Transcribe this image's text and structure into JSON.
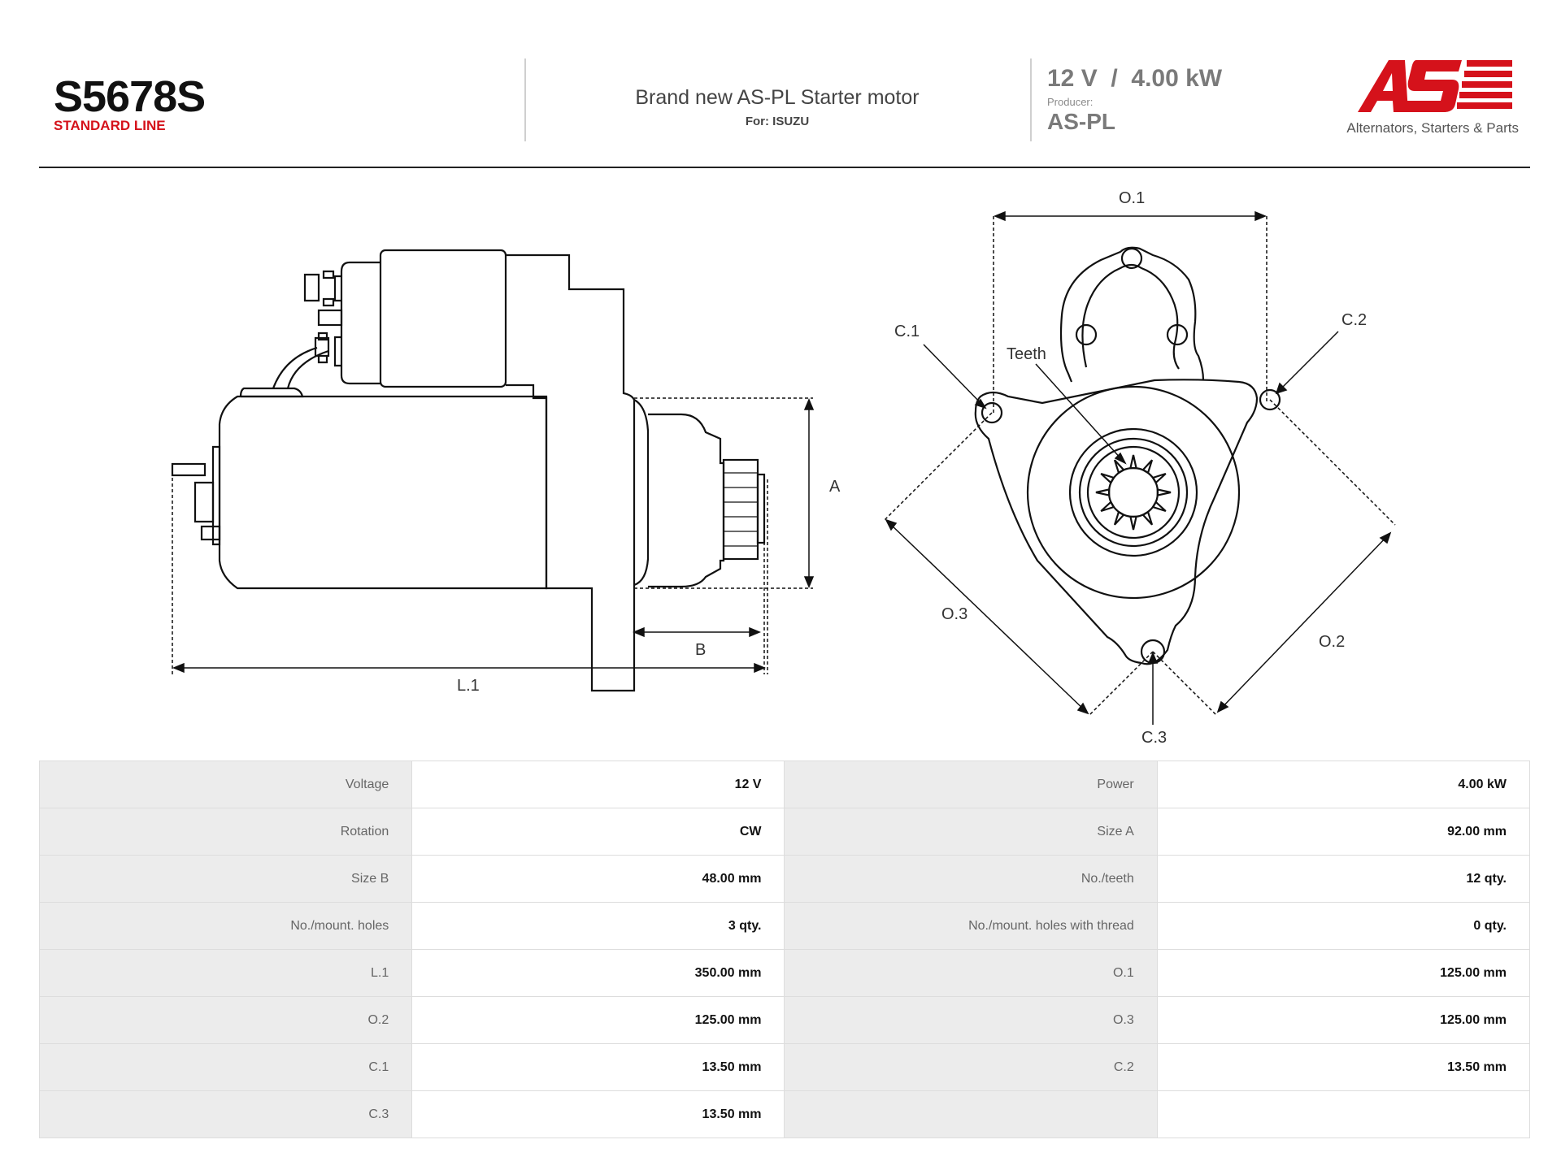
{
  "header": {
    "part_number": "S5678S",
    "line": "STANDARD LINE",
    "description": "Brand new AS-PL Starter motor",
    "for_label": "For: ISUZU",
    "voltage_power": "12 V  /  4.00 kW",
    "producer_label": "Producer:",
    "producer": "AS-PL",
    "logo_text": "AS",
    "logo_tagline": "Alternators, Starters & Parts"
  },
  "colors": {
    "brand_red": "#d5121b",
    "label_bg": "#ececec",
    "border": "#dddddd"
  },
  "drawing": {
    "dim_a": "A",
    "dim_b": "B",
    "dim_l1": "L.1",
    "dim_o1": "O.1",
    "dim_o2": "O.2",
    "dim_o3": "O.3",
    "dim_c1": "C.1",
    "dim_c2": "C.2",
    "dim_c3": "C.3",
    "teeth": "Teeth"
  },
  "specs": [
    {
      "label_1": "Voltage",
      "value_1": "12 V",
      "label_2": "Power",
      "value_2": "4.00 kW"
    },
    {
      "label_1": "Rotation",
      "value_1": "CW",
      "label_2": "Size A",
      "value_2": "92.00 mm"
    },
    {
      "label_1": "Size B",
      "value_1": "48.00 mm",
      "label_2": "No./teeth",
      "value_2": "12 qty."
    },
    {
      "label_1": "No./mount. holes",
      "value_1": "3 qty.",
      "label_2": "No./mount. holes with thread",
      "value_2": "0 qty."
    },
    {
      "label_1": "L.1",
      "value_1": "350.00 mm",
      "label_2": "O.1",
      "value_2": "125.00 mm"
    },
    {
      "label_1": "O.2",
      "value_1": "125.00 mm",
      "label_2": "O.3",
      "value_2": "125.00 mm"
    },
    {
      "label_1": "C.1",
      "value_1": "13.50 mm",
      "label_2": "C.2",
      "value_2": "13.50 mm"
    },
    {
      "label_1": "C.3",
      "value_1": "13.50 mm",
      "label_2": "",
      "value_2": ""
    }
  ]
}
